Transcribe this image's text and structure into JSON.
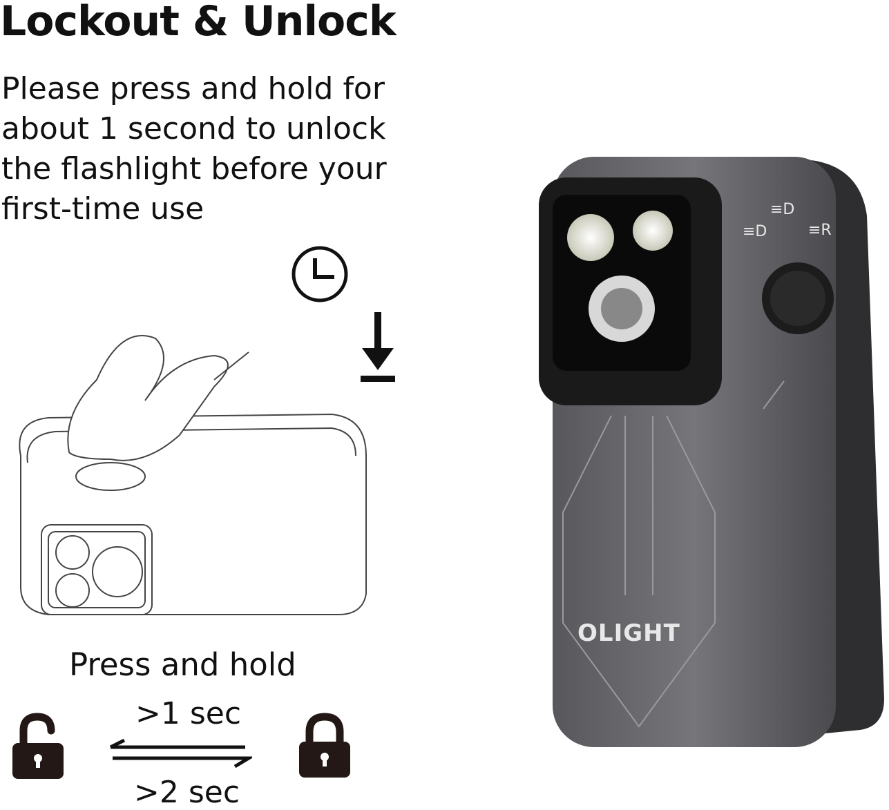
{
  "title": "Lockout & Unlock",
  "description": "Please press and hold for about 1 second to unlock the flashlight before your first-time use",
  "instruction": "Press and hold",
  "unlock_time": ">1 sec",
  "lock_time": ">2 sec",
  "brand": "OLIGHT",
  "colors": {
    "text": "#111111",
    "body": "#6b6b6e",
    "clip": "#3a3a3c"
  }
}
